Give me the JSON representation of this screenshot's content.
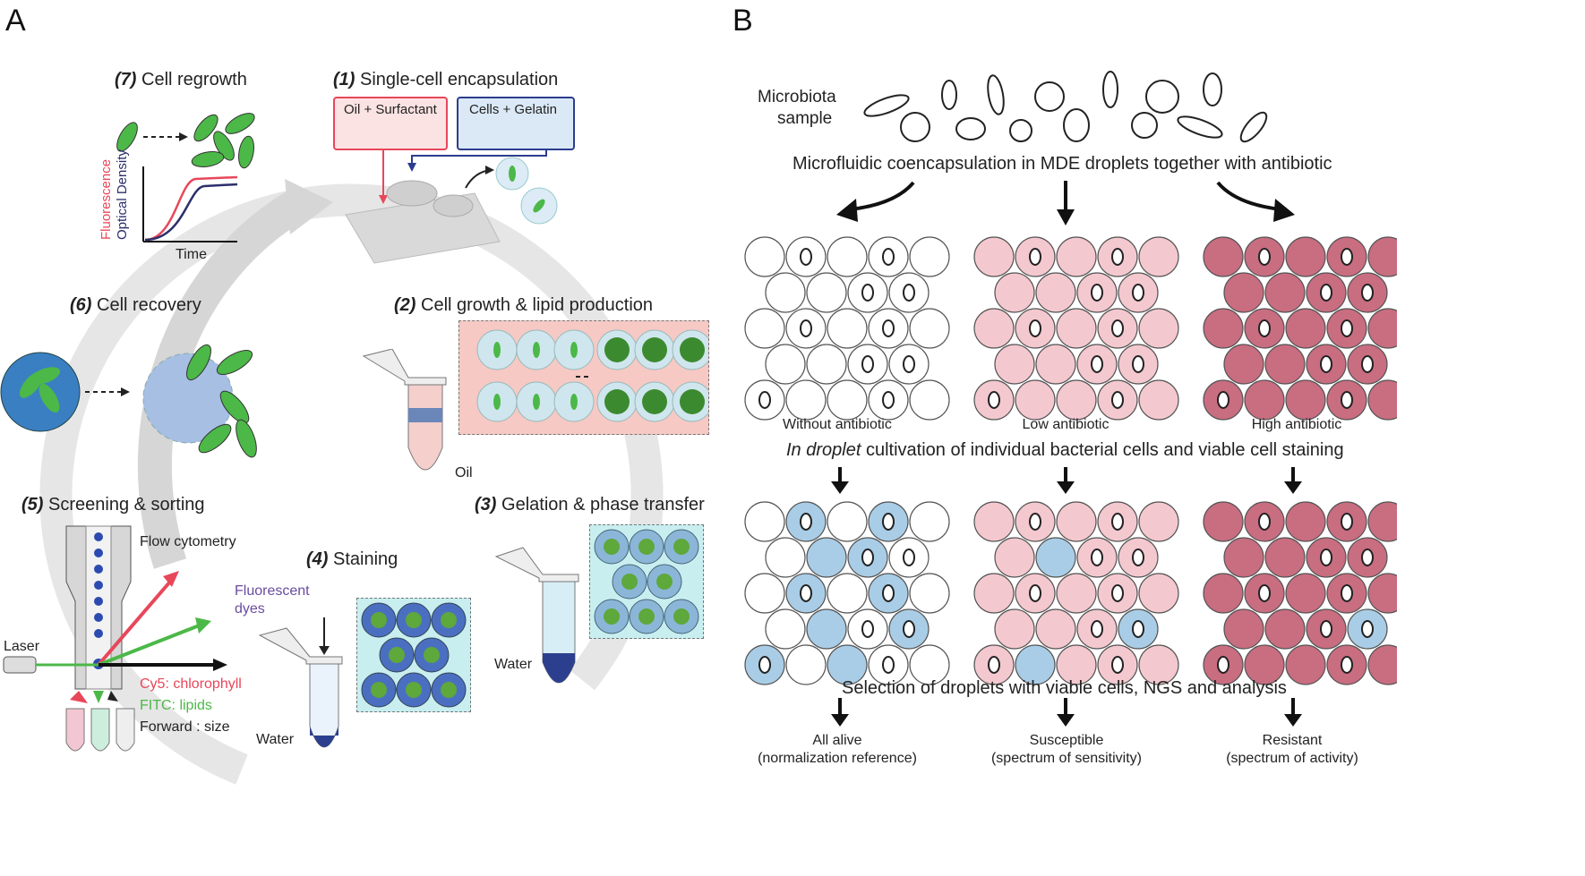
{
  "panels": {
    "a": "A",
    "b": "B"
  },
  "panel_a": {
    "steps": {
      "s1": {
        "num": "(1)",
        "text": "Single-cell encapsulation"
      },
      "s2": {
        "num": "(2)",
        "text": "Cell growth & lipid production"
      },
      "s3": {
        "num": "(3)",
        "text": "Gelation & phase transfer"
      },
      "s4": {
        "num": "(4)",
        "text": "Staining"
      },
      "s5": {
        "num": "(5)",
        "text": "Screening & sorting"
      },
      "s6": {
        "num": "(6)",
        "text": "Cell recovery"
      },
      "s7": {
        "num": "(7)",
        "text": "Cell regrowth"
      }
    },
    "oil_surfactant": "Oil + Surfactant",
    "cells_gelatin": "Cells + Gelatin",
    "fluorescence": "Fluorescence",
    "optical_density": "Optical Density",
    "time": "Time",
    "oil": "Oil",
    "water_3": "Water",
    "water_4": "Water",
    "fluorescent_dyes_1": "Fluorescent",
    "fluorescent_dyes_2": "dyes",
    "flow_cytometry": "Flow cytometry",
    "laser": "Laser",
    "cy5": "Cy5: chlorophyll",
    "fitc": "FITC: lipids",
    "forward": "Forward : size",
    "colors": {
      "red": "#e8475a",
      "green": "#4cb848",
      "blue_droplet": "#4aa3d8",
      "pink_bg": "#f6c9c4",
      "teal_bg": "#c8eef0",
      "arrow_gray": "#c8c8c8"
    }
  },
  "panel_b": {
    "microbiota_1": "Microbiota",
    "microbiota_2": "sample",
    "coencapsulation": "Microfluidic coencapsulation in MDE droplets together with antibiotic",
    "conditions": [
      "Without antibiotic",
      "Low antibiotic",
      "High antibiotic"
    ],
    "cultivation_italic": "In droplet",
    "cultivation_rest": " cultivation of individual bacterial cells and viable cell staining",
    "selection": "Selection of droplets with viable cells, NGS and analysis",
    "outcomes": [
      {
        "title": "All alive",
        "sub": "(normalization reference)"
      },
      {
        "title": "Susceptible",
        "sub": "(spectrum of sensitivity)"
      },
      {
        "title": "Resistant",
        "sub": "(spectrum of activity)"
      }
    ],
    "colors": {
      "none": "#ffffff",
      "low": "#f4c8cf",
      "high": "#c96d80",
      "viable": "#a9cde6"
    }
  }
}
